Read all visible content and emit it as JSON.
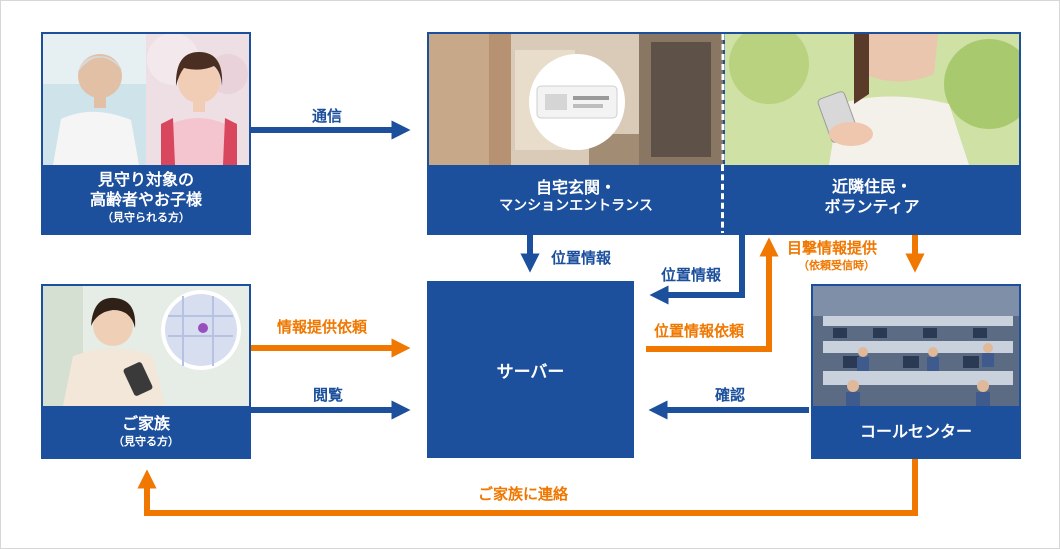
{
  "nodes": {
    "watched": {
      "line1": "見守り対象の",
      "line2": "高齢者やお子様",
      "sub": "（見守られる方）"
    },
    "entrance": {
      "line1": "自宅玄関・",
      "line2": "マンションエントランス"
    },
    "neighbors": {
      "line1": "近隣住民・",
      "line2": "ボランティア"
    },
    "family": {
      "line1": "ご家族",
      "sub": "（見守る方）"
    },
    "server": {
      "label": "サーバー"
    },
    "callcenter": {
      "label": "コールセンター"
    }
  },
  "edges": {
    "comm": "通信",
    "location_down": "位置情報",
    "location_left": "位置情報",
    "sighting_info": "目撃情報提供",
    "sighting_sub": "（依頼受信時）",
    "info_request": "情報提供依頼",
    "location_request": "位置情報依頼",
    "browse": "閲覧",
    "confirm": "確認",
    "contact_family": "ご家族に連絡"
  },
  "colors": {
    "primary_blue": "#1c4f9c",
    "accent_orange": "#f07700"
  },
  "icons": {
    "elderly": "elderly-person-photo",
    "child": "child-photo",
    "intercom": "intercom-device-photo",
    "phone_woman": "woman-with-smartphone-photo",
    "family_woman": "woman-with-phone-photo",
    "map": "map-magnifier-photo",
    "callcenter": "call-center-room-photo"
  }
}
